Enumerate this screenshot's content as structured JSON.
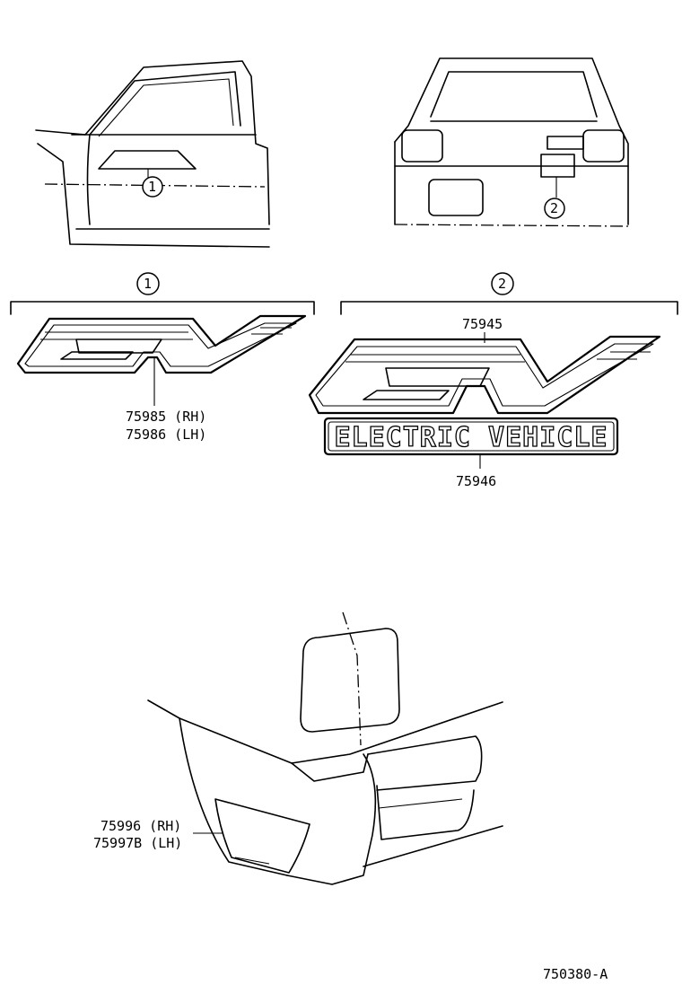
{
  "callouts": {
    "one": "1",
    "two": "2"
  },
  "parts": {
    "front_rh": "75985 (RH)",
    "front_lh": "75986 (LH)",
    "rear_emblem": "75945",
    "rear_script": "75946",
    "bumper_rh": "75996 (RH)",
    "bumper_lh": "75997B (LH)"
  },
  "emblem": {
    "script_text": "ELECTRIC VEHICLE"
  },
  "drawing_number": "750380-A"
}
